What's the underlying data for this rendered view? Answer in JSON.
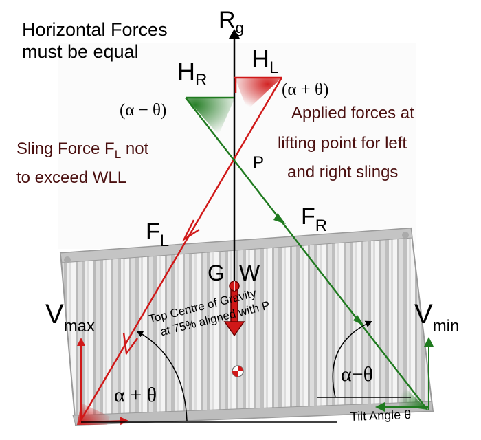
{
  "title": {
    "line1": "Horizontal Forces",
    "line2": "must be equal"
  },
  "labels": {
    "rg_main": "R",
    "rg_sub": "g",
    "hl_main": "H",
    "hl_sub": "L",
    "hr_main": "H",
    "hr_sub": "R",
    "angle_right_top": "(α + θ)",
    "angle_left_top": "(α − θ)",
    "applied_forces": [
      "Applied forces at",
      "lifting point for left",
      "and right slings"
    ],
    "sling_force_prefix": "Sling Force F",
    "sling_force_sub": "L",
    "sling_force_suffix": " not",
    "sling_force_line2": "to exceed WLL",
    "point_p": "P",
    "fl_main": "F",
    "fl_sub": "L",
    "fr_main": "F",
    "fr_sub": "R",
    "g": "G",
    "w": "W",
    "vmax_main": "V",
    "vmax_sub": "max",
    "vmin_main": "V",
    "vmin_sub": "min",
    "cog_line1": "Top Centre of Gravity",
    "cog_line2": "at 75% aligned  with P",
    "alpha_plus_theta": "α + θ",
    "alpha_minus_theta": "α−θ",
    "tilt_angle": "Tilt Angle θ"
  },
  "colors": {
    "red_force": "#d01818",
    "green_force": "#1f7a1f",
    "label_dark_red": "#4a0f0f",
    "black": "#000000",
    "container_fill": "#d2d2d2"
  }
}
